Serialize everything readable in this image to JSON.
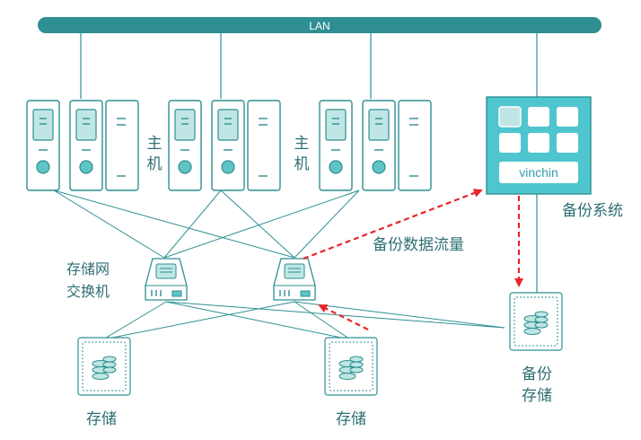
{
  "lan_label": "LAN",
  "host_label_chars": [
    "主",
    "机"
  ],
  "switch_label_lines": [
    "存储网",
    "交换机"
  ],
  "storage_label": "存储",
  "backup_system_logo": "vinchin",
  "backup_system_label": "备份系统",
  "backup_flow_label": "备份数据流量",
  "backup_storage_label_lines": [
    "备份",
    "存储"
  ],
  "colors": {
    "teal": "#2f8f92",
    "teal_dark": "#2a7f82",
    "teal_light": "#bfe6e4",
    "rack_fill": "#ffffff",
    "label_text": "#2e6f73",
    "flow_red": "#e8262a",
    "vinchin_box": "#4fc6cf"
  }
}
